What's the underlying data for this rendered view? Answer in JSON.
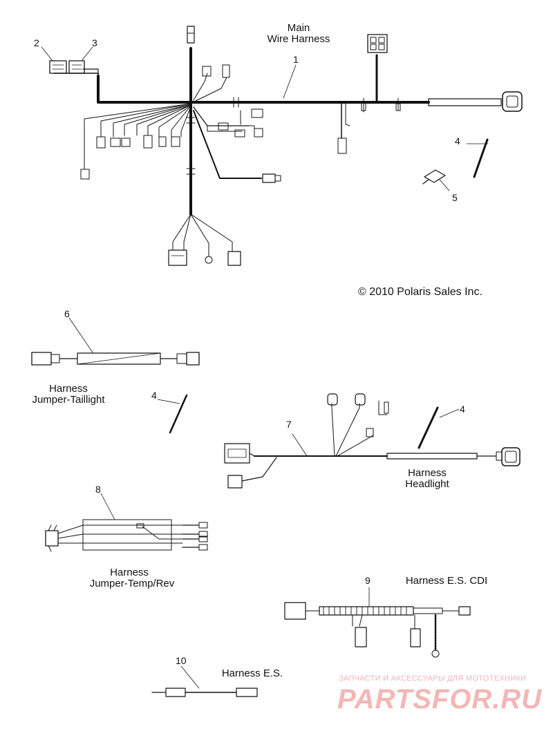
{
  "title": {
    "main_line1": "Main",
    "main_line2": "Wire Harness"
  },
  "copyright": "© 2010 Polaris Sales Inc.",
  "callouts": [
    "1",
    "2",
    "3",
    "4",
    "4",
    "4",
    "5",
    "6",
    "7",
    "8",
    "9",
    "10"
  ],
  "parts": {
    "taillight": {
      "line1": "Harness",
      "line2": "Jumper-Taillight"
    },
    "headlight": {
      "line1": "Harness",
      "line2": "Headlight"
    },
    "temprev": {
      "line1": "Harness",
      "line2": "Jumper-Temp/Rev"
    },
    "es_cdi": "Harness E.S. CDI",
    "es": "Harness E.S."
  },
  "watermark": {
    "tagline": "ЗАПЧАСТИ И АКСЕССУАРЫ ДЛЯ МОТОТЕХНИКИ",
    "logo": "PARTSFOR.RU"
  }
}
